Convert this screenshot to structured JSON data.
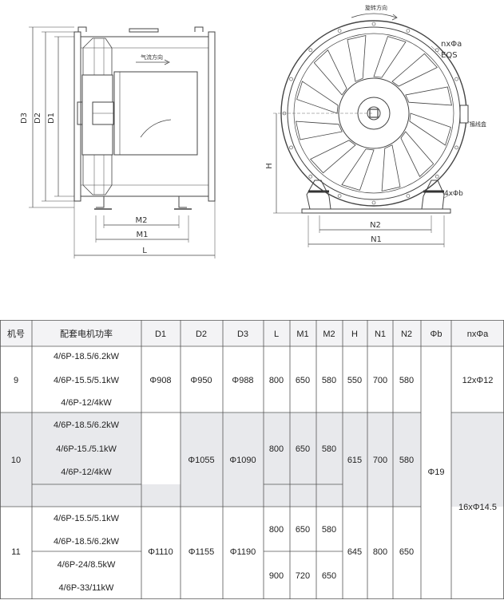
{
  "drawing": {
    "side_view_labels": {
      "d1": "D1",
      "d2": "D2",
      "d3": "D3",
      "m1": "M1",
      "m2": "M2",
      "l": "L",
      "airflow": "气流方向"
    },
    "front_view_labels": {
      "rotation": "旋转方向",
      "hole_pattern": "nxΦa",
      "equal_spacing": "EQS",
      "height": "H",
      "n1": "N1",
      "n2": "N2",
      "foot_hole": "4xΦb",
      "junction_box": "接线盒"
    }
  },
  "table": {
    "headers": [
      "机号",
      "配套电机功率",
      "D1",
      "D2",
      "D3",
      "L",
      "M1",
      "M2",
      "H",
      "N1",
      "N2",
      "Φb",
      "nxΦa"
    ],
    "group9": {
      "no": "9",
      "motors": [
        "4/6P-18.5/6.2kW",
        "4/6P-15.5/5.1kW",
        "4/6P-12/4kW"
      ],
      "d1": "Φ908",
      "d2": "Φ950",
      "d3": "Φ988",
      "l": "800",
      "m1": "650",
      "m2": "580",
      "h": "550",
      "n1": "700",
      "n2": "580",
      "na": "12xΦ12"
    },
    "group10": {
      "no": "10",
      "motors": [
        "4/6P-18.5/6.2kW",
        "4/6P-15./5.1kW",
        "4/6P-12/4kW"
      ],
      "d2": "Φ1055",
      "d3": "Φ1090",
      "l": "800",
      "m1": "650",
      "m2": "580",
      "h": "615",
      "n1": "700",
      "n2": "580"
    },
    "group11": {
      "no": "11",
      "motors": [
        "4/6P-15.5/5.1kW",
        "4/6P-18.5/6.2kW",
        "4/6P-24/8.5kW",
        "4/6P-33/11kW"
      ],
      "d1": "Φ1110",
      "d2": "Φ1155",
      "d3": "Φ1190",
      "l_a": "800",
      "m1_a": "650",
      "m2_a": "580",
      "l_b": "900",
      "m1_b": "720",
      "m2_b": "650",
      "h": "645",
      "n1": "800",
      "n2": "650"
    },
    "fb_shared": "Φ19",
    "na_shared": "16xΦ14.5"
  }
}
